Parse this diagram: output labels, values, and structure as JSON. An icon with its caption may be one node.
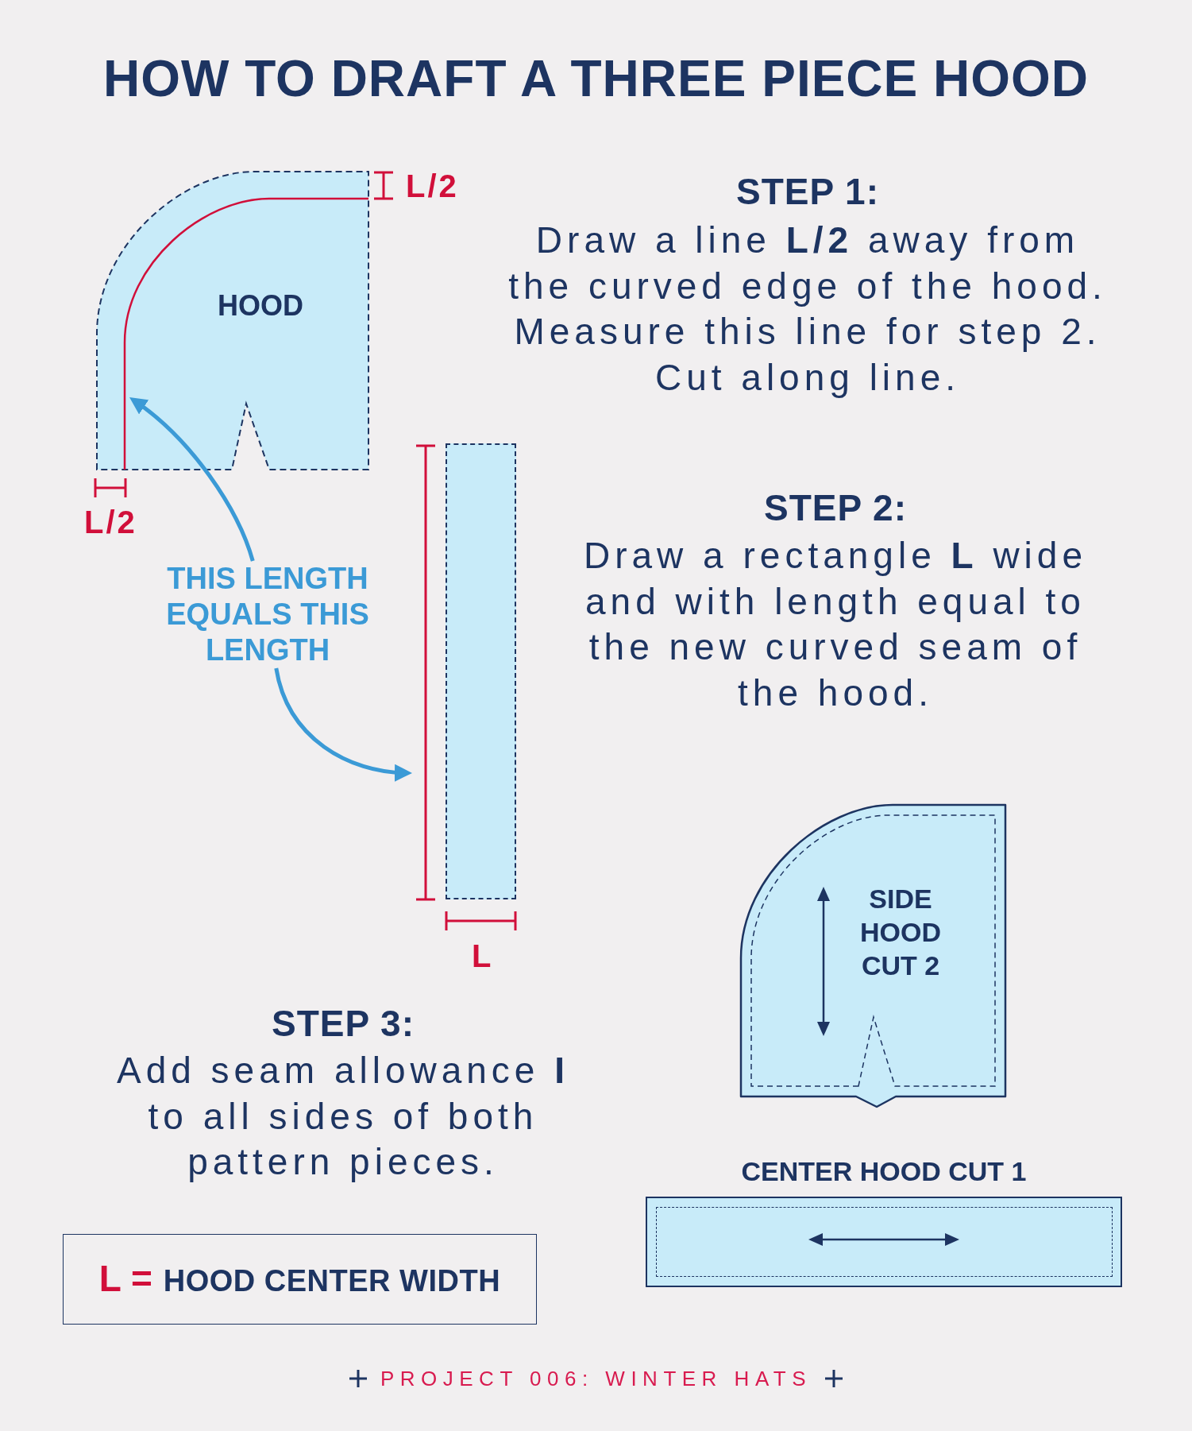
{
  "diagram": {
    "title": "HOW TO DRAFT A THREE PIECE HOOD",
    "nodes": [
      {
        "text": [
          "HOOD"
        ]
      },
      {
        "text": [
          "THIS LENGTH EQUALS THIS LENGTH"
        ]
      },
      {
        "text": [],
        "shape": "line"
      },
      {
        "text": [],
        "shape": "box"
      },
      {
        "text": [
          "SIDE HOOD CUT 2"
        ]
      },
      {
        "text": [
          "CENTER HOOD CUT 1"
        ]
      },
      {
        "text": [
          "L =",
          "HOOD CENTER WIDTH"
        ]
      }
    ],
    "edges": [
      {
        "from": 1,
        "to": 0,
        "arrow": "to"
      },
      {
        "from": 1,
        "to": 2,
        "arrow": "to"
      }
    ],
    "labels": [
      "L/2",
      "STEP 1:",
      "Draw a line **L/2** away from the curved edge of the hood. Measure this line for step 2. Cut along line.",
      "L/2",
      "STEP 2:",
      "Draw a rectangle **L** wide and with length equal to the new curved seam of the hood.",
      "L",
      "STEP 3:",
      "Add seam allowance **I** to all sides of both pattern pieces.",
      "PROJECT 006: WINTER HATS"
    ]
  }
}
